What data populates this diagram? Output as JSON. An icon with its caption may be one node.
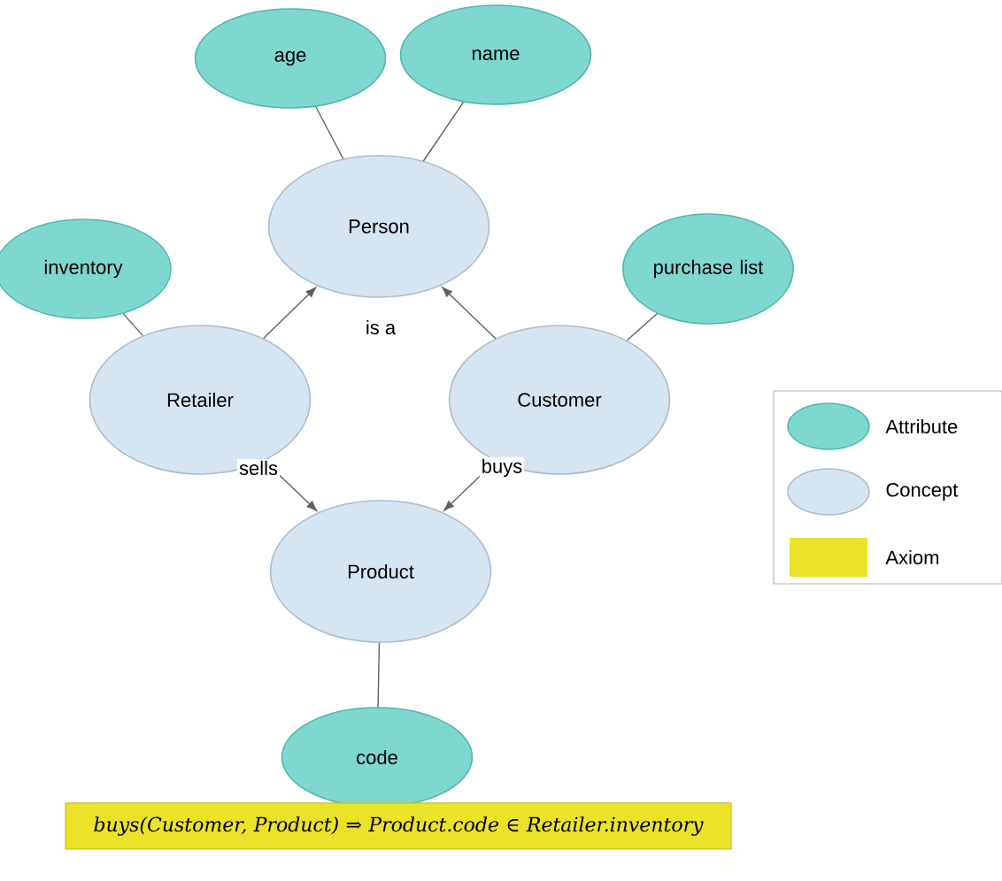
{
  "diagram": {
    "nodes": [
      {
        "text": [
          "age"
        ]
      },
      {
        "text": [
          "name"
        ]
      },
      {
        "text": [
          "Person"
        ]
      },
      {
        "text": [
          "inventory"
        ]
      },
      {
        "text": [
          "purchase list"
        ]
      },
      {
        "text": [
          "Retailer"
        ]
      },
      {
        "text": [
          "Customer"
        ]
      },
      {
        "text": [
          "Product"
        ]
      },
      {
        "text": [
          "code"
        ]
      },
      {
        "text": [
          "buys(Customer, Product) ⇒ Product.code ∈ Retailer.inventory"
        ]
      }
    ],
    "edges": [
      {
        "from": 0,
        "to": 2,
        "arrow": "none"
      },
      {
        "from": 1,
        "to": 2,
        "arrow": "none"
      },
      {
        "from": 3,
        "to": 5,
        "arrow": "none"
      },
      {
        "from": 4,
        "to": 6,
        "arrow": "none"
      },
      {
        "from": 5,
        "to": 2,
        "arrow": "to"
      },
      {
        "from": 6,
        "to": 2,
        "arrow": "to"
      },
      {
        "from": 5,
        "to": 7,
        "arrow": "to",
        "label": "sells"
      },
      {
        "from": 6,
        "to": 7,
        "arrow": "to",
        "label": "buys"
      },
      {
        "from": 7,
        "to": 8,
        "arrow": "none"
      }
    ],
    "labels": [
      "is a"
    ],
    "legend": [
      {
        "text": "Attribute",
        "color": "#7fd8cf"
      },
      {
        "text": "Concept",
        "color": "#d6e5f2"
      },
      {
        "text": "Axiom",
        "color": "#ebe22a"
      }
    ]
  }
}
